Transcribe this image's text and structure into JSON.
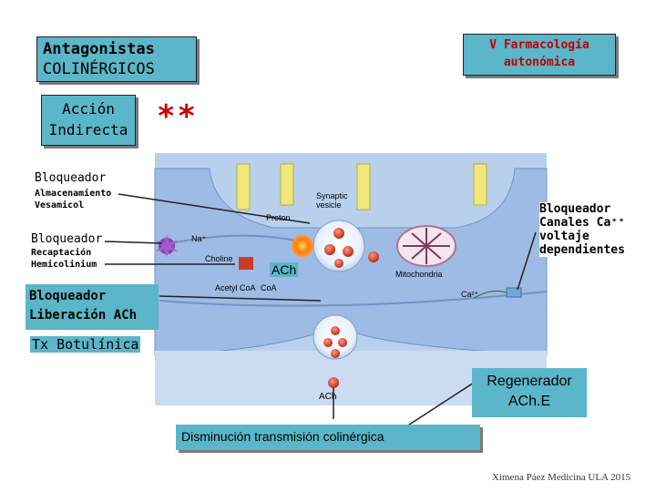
{
  "title": {
    "line1": "Antagonistas",
    "line2": "COLINÉRGICOS"
  },
  "unit_box": {
    "line1": "V  Farmacología",
    "line2": "autonómica"
  },
  "accion": {
    "line1": "Acción",
    "line2": "Indirecta"
  },
  "stars": "**",
  "left_labels": {
    "bloqueador1": "Bloqueador",
    "almacenamiento": "Almacenamiento",
    "vesamicol": "Vesamicol",
    "bloqueador2": "Bloqueador",
    "recaptacion": "Recaptación",
    "hemicolinium": "Hemicolinium",
    "liberacion1": "Bloqueador",
    "liberacion2": "Liberación ACh",
    "botulinica": "Tx Botulínica"
  },
  "right_labels": {
    "canales1": "Bloqueador",
    "canales2": "Canales Ca⁺⁺",
    "canales3": "voltaje",
    "canales4": "dependientes",
    "regenerador1": "Regenerador",
    "regenerador2": "ACh.E"
  },
  "diagram_labels": {
    "synaptic1": "Synaptic",
    "synaptic2": "vesicle",
    "proton": "Proton",
    "na": "Na⁺",
    "choline": "Choline",
    "ach_big": "ACh",
    "acetyl": "Acetyl CoA",
    "coa": "CoA",
    "mito": "Mitochondria",
    "ca": "Ca²⁺",
    "ach_small": "ACh"
  },
  "bottom_box": "Disminución transmisión colinérgica",
  "footer": "Ximena Páez Medicina ULA 2015",
  "colors": {
    "box_fill": "#5ab6c8",
    "accent_red": "#cc0000",
    "terminal": "#9fc0e8",
    "terminal_light": "#c4d8f2",
    "cleft": "#b7cdea"
  }
}
